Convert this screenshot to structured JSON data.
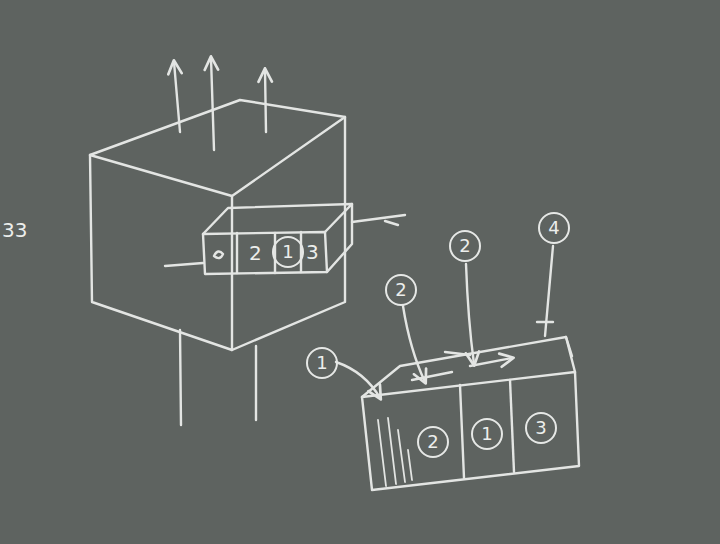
{
  "diagram": {
    "nodes": [
      {
        "text": [
          "4"
        ]
      },
      {
        "text": [
          "2"
        ]
      },
      {
        "text": [
          "2"
        ]
      },
      {
        "text": [
          "1"
        ]
      },
      {
        "text": [
          "1"
        ]
      },
      {
        "text": [
          "2"
        ]
      },
      {
        "text": [
          "1"
        ]
      },
      {
        "text": [
          "3"
        ]
      }
    ],
    "labels": [
      "33",
      "2",
      "3"
    ]
  }
}
